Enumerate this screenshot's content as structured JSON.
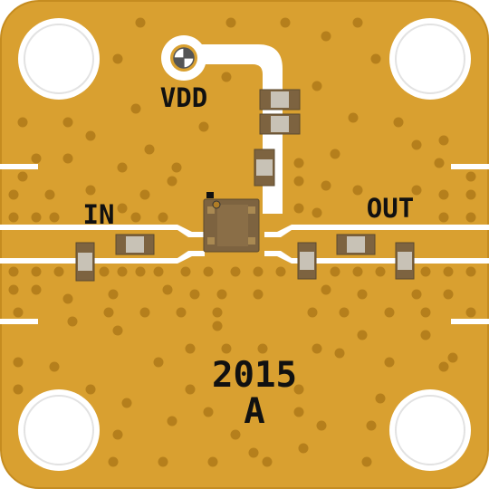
{
  "board": {
    "colors": {
      "substrate": "#d9a030",
      "substrate_edge": "#c58c20",
      "trace": "#ffffff",
      "via": "#b57f1c",
      "component_body": "#7d6340",
      "component_cap": "#c8c2b6",
      "chip_body": "#7d6340",
      "silkscreen": "#111111"
    },
    "labels": {
      "vdd": "VDD",
      "input": "IN",
      "output": "OUT",
      "year": "2015",
      "revision": "A"
    },
    "icons": {
      "mounting_hole": "mounting-hole-icon",
      "vdd_pad": "vdd-via-pad-icon",
      "pin1_marker": "pin1-marker-icon"
    }
  }
}
